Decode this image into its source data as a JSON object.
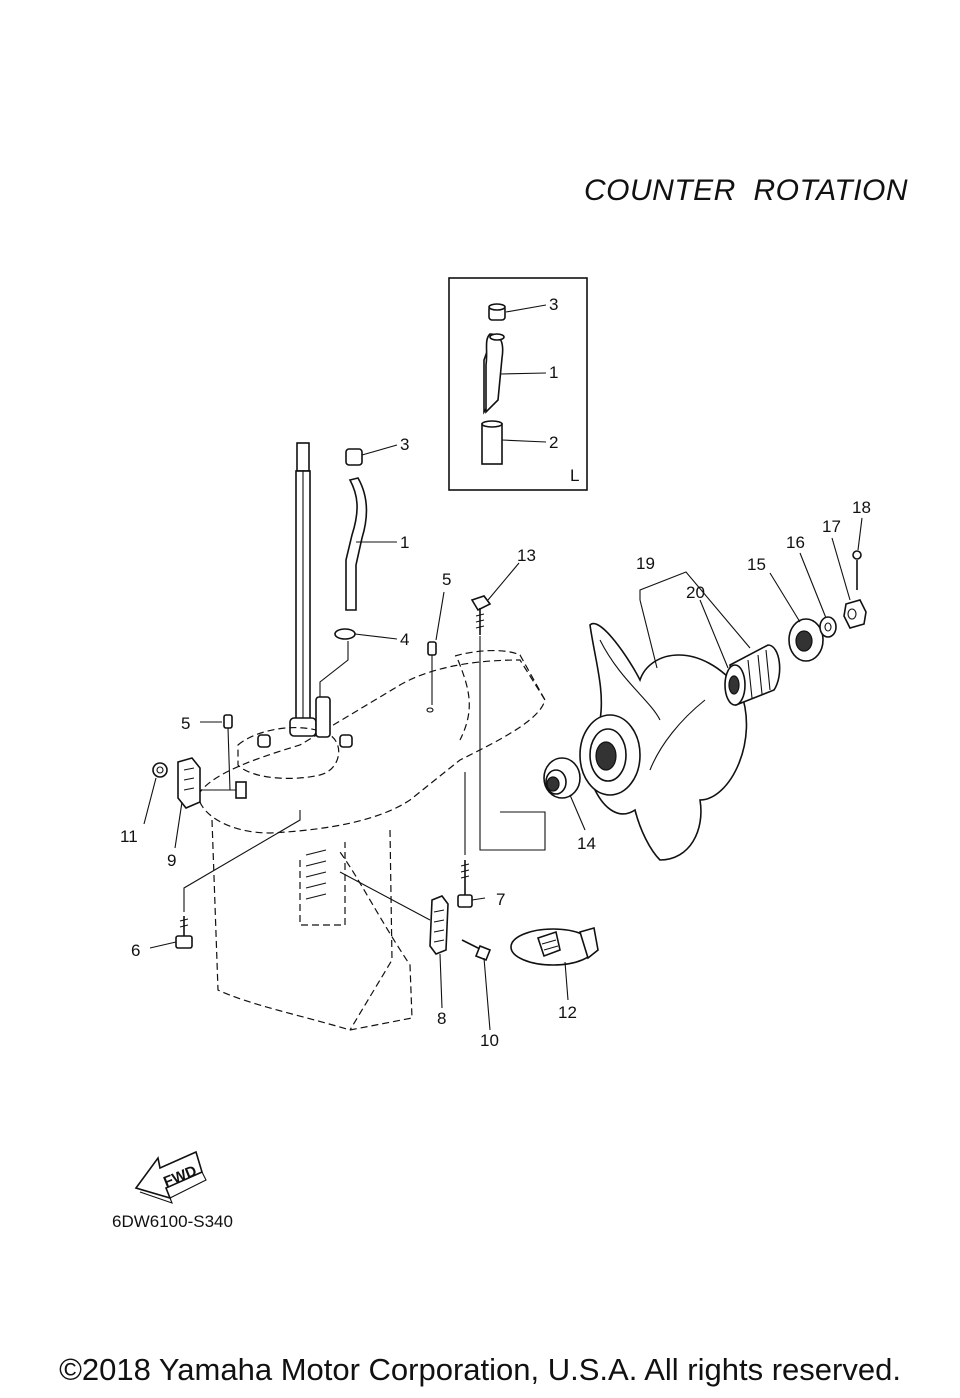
{
  "header": {
    "title": "COUNTER  ROTATION"
  },
  "inset": {
    "corner_label": "L",
    "callouts": [
      "3",
      "1",
      "2"
    ]
  },
  "callouts": [
    "3",
    "1",
    "4",
    "5",
    "13",
    "5",
    "19",
    "20",
    "15",
    "16",
    "17",
    "18",
    "11",
    "9",
    "14",
    "7",
    "6",
    "8",
    "10",
    "12"
  ],
  "fwd_label": "FWD",
  "figure_code": "6DW6100-S340",
  "footer": {
    "copyright": "©2018 Yamaha Motor Corporation, U.S.A. All rights reserved."
  },
  "colors": {
    "line": "#111111",
    "background": "#ffffff"
  }
}
